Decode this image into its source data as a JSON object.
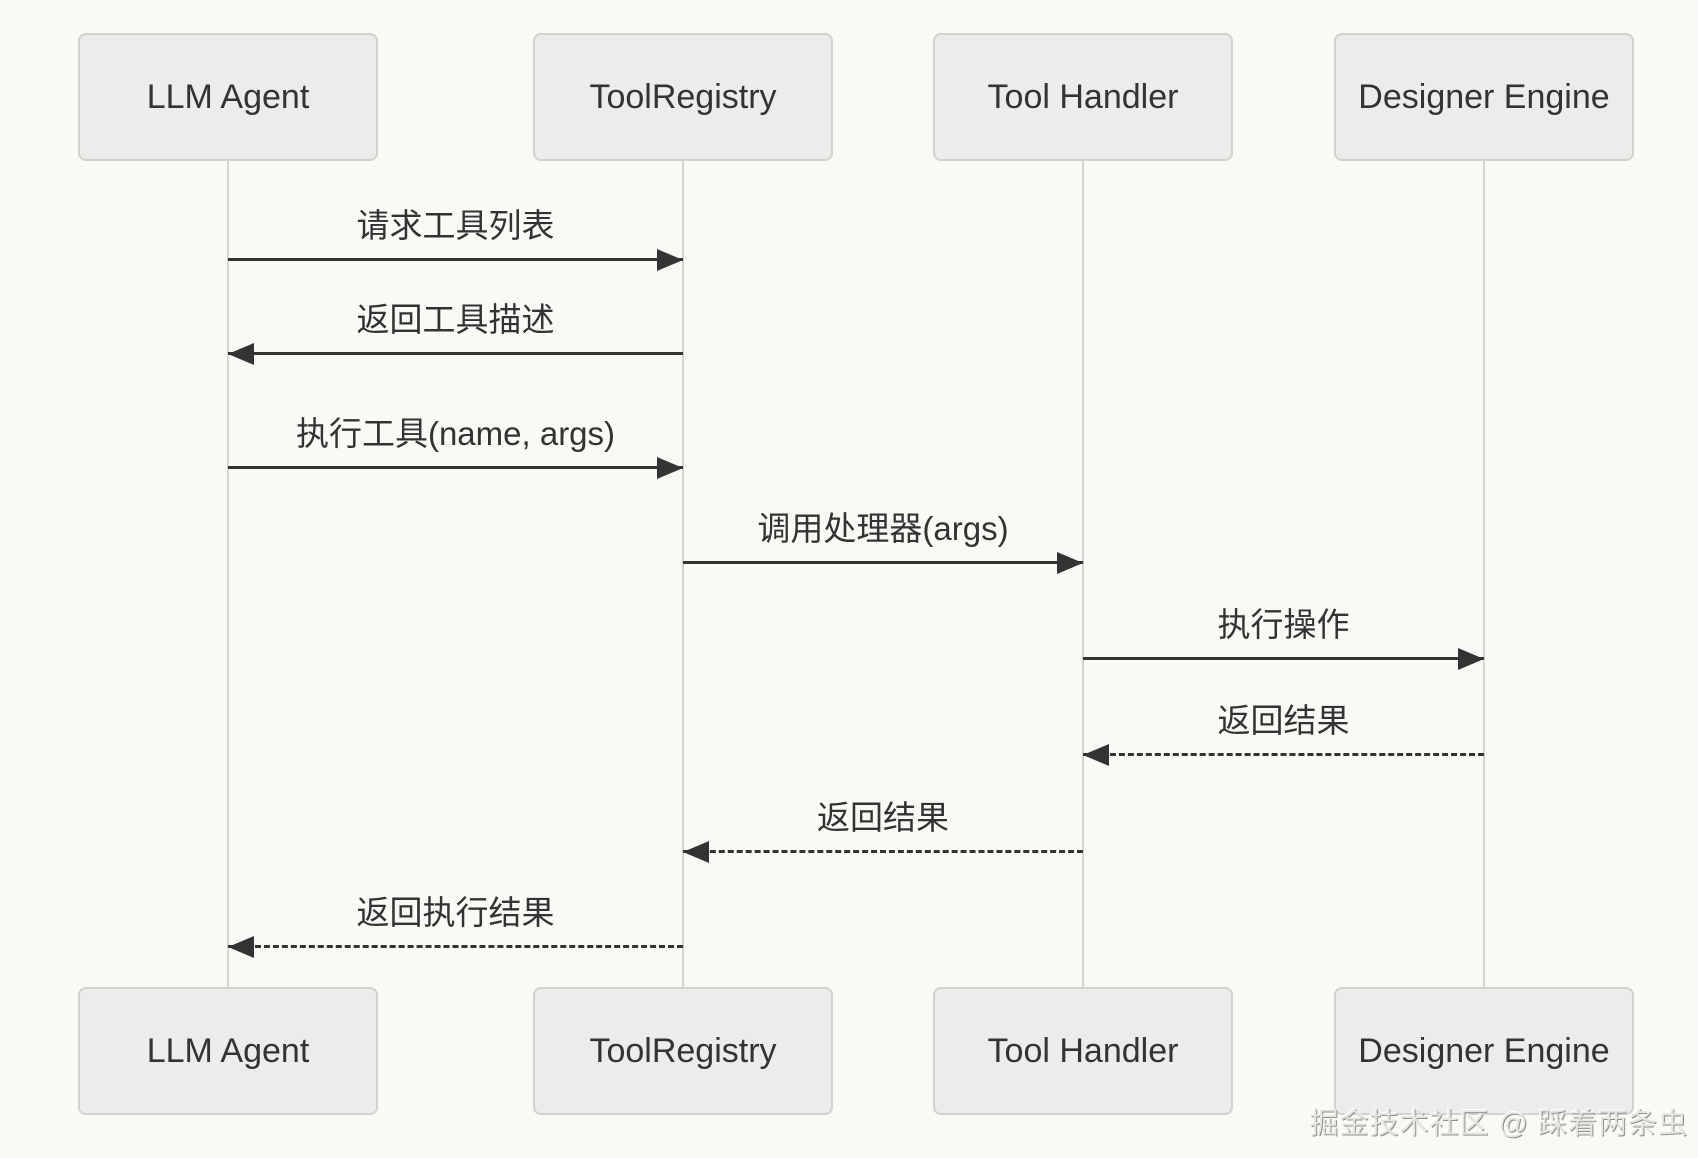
{
  "diagram": {
    "type": "sequence",
    "actors": [
      {
        "id": "llm-agent",
        "label": "LLM Agent"
      },
      {
        "id": "tool-registry",
        "label": "ToolRegistry"
      },
      {
        "id": "tool-handler",
        "label": "Tool Handler"
      },
      {
        "id": "designer-engine",
        "label": "Designer Engine"
      }
    ],
    "messages": [
      {
        "from": "llm-agent",
        "to": "tool-registry",
        "label": "请求工具列表",
        "line": "solid",
        "direction": "right"
      },
      {
        "from": "tool-registry",
        "to": "llm-agent",
        "label": "返回工具描述",
        "line": "solid",
        "direction": "left"
      },
      {
        "from": "llm-agent",
        "to": "tool-registry",
        "label": "执行工具(name, args)",
        "line": "solid",
        "direction": "right"
      },
      {
        "from": "tool-registry",
        "to": "tool-handler",
        "label": "调用处理器(args)",
        "line": "solid",
        "direction": "right"
      },
      {
        "from": "tool-handler",
        "to": "designer-engine",
        "label": "执行操作",
        "line": "solid",
        "direction": "right"
      },
      {
        "from": "designer-engine",
        "to": "tool-handler",
        "label": "返回结果",
        "line": "dashed",
        "direction": "left"
      },
      {
        "from": "tool-handler",
        "to": "tool-registry",
        "label": "返回结果",
        "line": "dashed",
        "direction": "left"
      },
      {
        "from": "tool-registry",
        "to": "llm-agent",
        "label": "返回执行结果",
        "line": "dashed",
        "direction": "left"
      }
    ]
  },
  "watermark": {
    "text": "掘金技术社区 @ 踩着两条虫"
  },
  "colors": {
    "background": "#faf9f5",
    "actor_fill": "#ececea",
    "actor_border": "#d2d1cd",
    "lifeline": "#d6d5d1",
    "message": "#333333"
  }
}
